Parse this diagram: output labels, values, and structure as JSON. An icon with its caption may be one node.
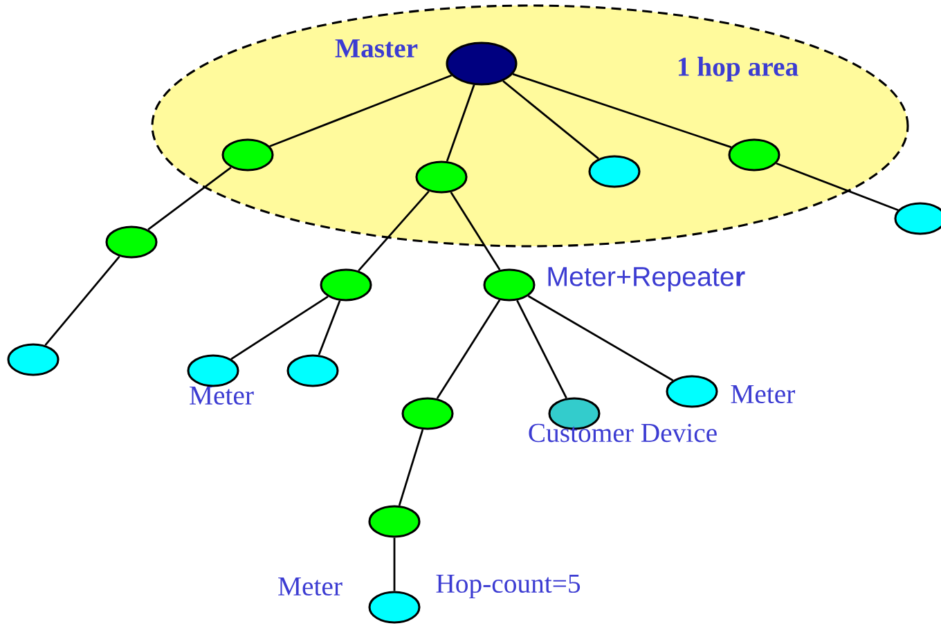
{
  "diagram": {
    "nodes": [
      {
        "text": [
          "1 hop area"
        ]
      },
      {
        "text": [],
        "shape": "circle",
        "in": 0,
        "beside": [
          "Master"
        ]
      },
      {
        "text": [],
        "shape": "circle",
        "in": 0
      },
      {
        "text": [],
        "shape": "circle",
        "in": 0
      },
      {
        "text": [],
        "shape": "circle",
        "in": 0
      },
      {
        "text": [],
        "shape": "circle",
        "in": 0
      },
      {
        "text": [],
        "shape": "circle"
      },
      {
        "text": [],
        "shape": "circle"
      },
      {
        "text": [],
        "shape": "circle"
      },
      {
        "text": [],
        "shape": "circle"
      },
      {
        "text": [],
        "shape": "circle",
        "beside": [
          "Meter+Repeate**r**"
        ]
      },
      {
        "text": [],
        "shape": "circle",
        "beside": [
          "Meter"
        ]
      },
      {
        "text": [],
        "shape": "circle"
      },
      {
        "text": [],
        "shape": "circle"
      },
      {
        "text": [],
        "shape": "circle",
        "beside": [
          "Customer Device"
        ]
      },
      {
        "text": [],
        "shape": "circle",
        "beside": [
          "Meter"
        ]
      },
      {
        "text": [],
        "shape": "circle"
      },
      {
        "text": [],
        "shape": "circle",
        "beside": [
          "Meter",
          "Hop-count=5"
        ]
      }
    ],
    "edges": [
      {
        "from": 1,
        "to": 2,
        "arrow": "none"
      },
      {
        "from": 1,
        "to": 3,
        "arrow": "none"
      },
      {
        "from": 1,
        "to": 4,
        "arrow": "none"
      },
      {
        "from": 1,
        "to": 5,
        "arrow": "none"
      },
      {
        "from": 5,
        "to": 6,
        "arrow": "none"
      },
      {
        "from": 2,
        "to": 7,
        "arrow": "none"
      },
      {
        "from": 7,
        "to": 8,
        "arrow": "none"
      },
      {
        "from": 3,
        "to": 9,
        "arrow": "none"
      },
      {
        "from": 3,
        "to": 10,
        "arrow": "none"
      },
      {
        "from": 9,
        "to": 11,
        "arrow": "none"
      },
      {
        "from": 9,
        "to": 12,
        "arrow": "none"
      },
      {
        "from": 10,
        "to": 13,
        "arrow": "none"
      },
      {
        "from": 10,
        "to": 14,
        "arrow": "none"
      },
      {
        "from": 10,
        "to": 15,
        "arrow": "none"
      },
      {
        "from": 13,
        "to": 16,
        "arrow": "none"
      },
      {
        "from": 16,
        "to": 17,
        "arrow": "none"
      }
    ]
  }
}
